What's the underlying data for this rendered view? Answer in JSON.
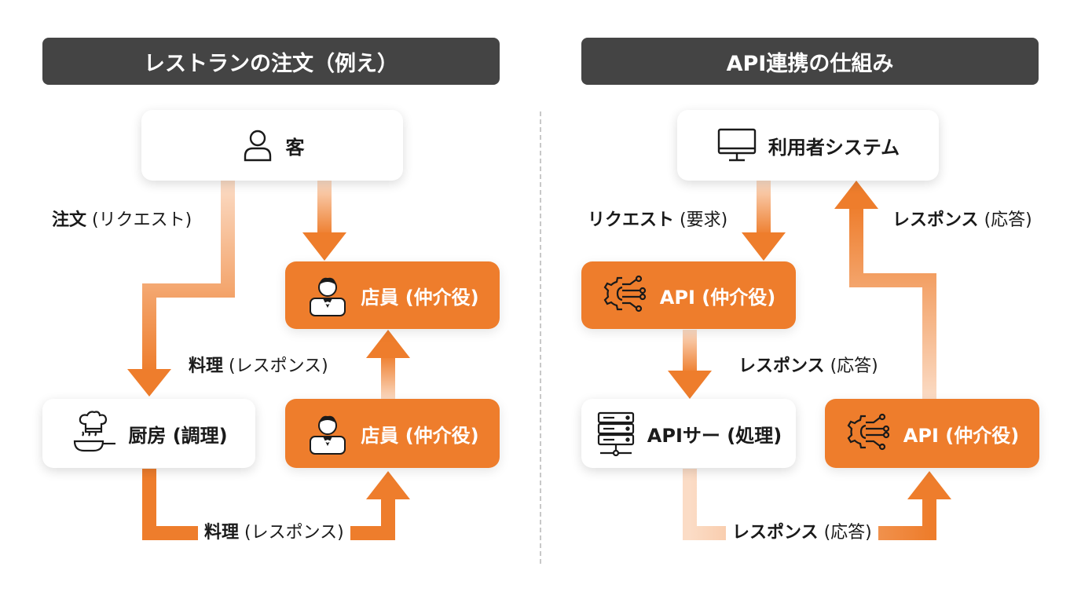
{
  "colors": {
    "accent": "#ee7d2c",
    "header_bg": "#444444",
    "text": "#1a1a1a"
  },
  "left": {
    "header": "レストランの注文（例え）",
    "customer": {
      "label": "客",
      "icon": "person-icon"
    },
    "staff_top": {
      "label": "店員 (仲介役)",
      "icon": "waiter-icon"
    },
    "kitchen": {
      "label": "厨房 (調理)",
      "icon": "chef-hat-pan-icon"
    },
    "staff_bottom": {
      "label": "店員 (仲介役)",
      "icon": "waiter-icon"
    },
    "label_order": {
      "main": "注文",
      "sub": "(リクエスト)"
    },
    "label_food_mid": {
      "main": "料理",
      "sub": "(レスポンス)"
    },
    "label_food_bottom": {
      "main": "料理",
      "sub": "(レスポンス)"
    }
  },
  "right": {
    "header": "API連携の仕組み",
    "user_system": {
      "label": "利用者システム",
      "icon": "monitor-icon"
    },
    "api_top": {
      "label": "API (仲介役)",
      "icon": "api-gear-icon"
    },
    "api_server": {
      "label": "APIサー (処理)",
      "icon": "server-icon"
    },
    "api_bottom": {
      "label": "API (仲介役)",
      "icon": "api-gear-icon"
    },
    "label_request": {
      "main": "リクエスト",
      "sub": "(要求)"
    },
    "label_response_top": {
      "main": "レスポンス",
      "sub": "(応答)"
    },
    "label_response_mid": {
      "main": "レスポンス",
      "sub": "(応答)"
    },
    "label_response_bottom": {
      "main": "レスポンス",
      "sub": "(応答)"
    }
  }
}
